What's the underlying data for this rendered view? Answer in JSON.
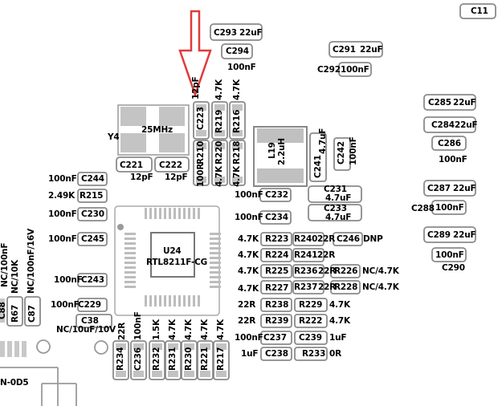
{
  "components": {
    "c11": "C11",
    "c293": "C293",
    "c293_val": "22uF",
    "c294": "C294",
    "c294_val": "100nF",
    "c291": "C291",
    "c291_val": "22uF",
    "c292": "C292",
    "c292_val": "100nF",
    "c285": "C285",
    "c285_val": "22uF",
    "c284": "C284",
    "c284_val": "22uF",
    "c286": "C286",
    "c286_val": "100nF",
    "c287": "C287",
    "c287_val": "22uF",
    "c288": "C288",
    "c288_val": "100nF",
    "c289": "C289",
    "c289_val": "22uF",
    "c290": "C290",
    "c290_val": "100nF",
    "y4": "Y4",
    "y4_val": "25MHz",
    "c223": "C223",
    "c223_val": "12pF",
    "r219": "R219",
    "r219_val": "4.7K",
    "r216": "R216",
    "r216_val": "4.7K",
    "r210": "R210",
    "r210_val": "100R",
    "r220": "R220",
    "r220_val": "4.7K",
    "r218": "R218",
    "r218_val": "4.7K",
    "c221": "C221",
    "c221_val": "12pF",
    "c222": "C222",
    "c222_val": "12pF",
    "l19": "L19",
    "l19_val": "2.2uH",
    "c241": "C241",
    "c241_val": "4.7uF",
    "c242": "C242",
    "c242_val": "100nF",
    "c244": "C244",
    "c244_val": "100nF",
    "r215": "R215",
    "r215_val": "2.49K",
    "c230": "C230",
    "c230_val": "100nF",
    "c245": "C245",
    "c245_val": "100nF",
    "c243": "C243",
    "c243_val": "100nF",
    "c229": "C229",
    "c229_val": "100nF",
    "c38": "C38",
    "c38_val": "NC/10uF/10V",
    "c232": "C232",
    "c232_val": "100nF",
    "c234": "C234",
    "c234_val": "100nF",
    "c231": "C231",
    "c231_val": "4.7uF",
    "c233": "C233",
    "c233_val": "4.7uF",
    "u24": "U24",
    "u24_val": "RTL8211F-CG",
    "r223": "R223",
    "r223_val": "4.7K",
    "r224": "R224",
    "r224_val": "4.7K",
    "r225": "R225",
    "r225_val": "4.7K",
    "r227": "R227",
    "r227_val": "4.7K",
    "r238": "R238",
    "r238_val": "22R",
    "r239": "R239",
    "r239_val": "22R",
    "c237": "C237",
    "c237_val": "100nF",
    "c238": "C238",
    "c238_val": "1uF",
    "r240": "R240",
    "r240_val": "22R",
    "c246": "C246",
    "c246_val": "DNP",
    "r241": "R241",
    "r241_val": "22R",
    "r236": "R236",
    "r236_val": "22R",
    "r226": "R226",
    "r226_val": "NC/4.7K",
    "r237": "R237",
    "r237_val": "22R",
    "r228": "R228",
    "r228_val": "NC/4.7K",
    "r229": "R229",
    "r229_val": "4.7K",
    "r222": "R222",
    "r222_val": "4.7K",
    "c239": "C239",
    "c239_val": "1uF",
    "r233": "R233",
    "r233_val": "0R",
    "r234": "R234",
    "r234_val": "22R",
    "c236": "C236",
    "c236_val": "100nF",
    "r232": "R232",
    "r232_val": "1.5K",
    "r231": "R231",
    "r231_val": "4.7K",
    "r230": "R230",
    "r230_val": "4.7K",
    "r221": "R221",
    "r221_val": "4.7K",
    "r217": "R217",
    "r217_val": "4.7K",
    "r67": "R67",
    "r67_val": "NC/10K",
    "c87": "C87",
    "c87_val": "NC/100nF/16V",
    "c86_val": "NC/100nF",
    "c88": "C88",
    "edge_label": "N-0D5"
  },
  "arrow_color": "#e23a3a"
}
